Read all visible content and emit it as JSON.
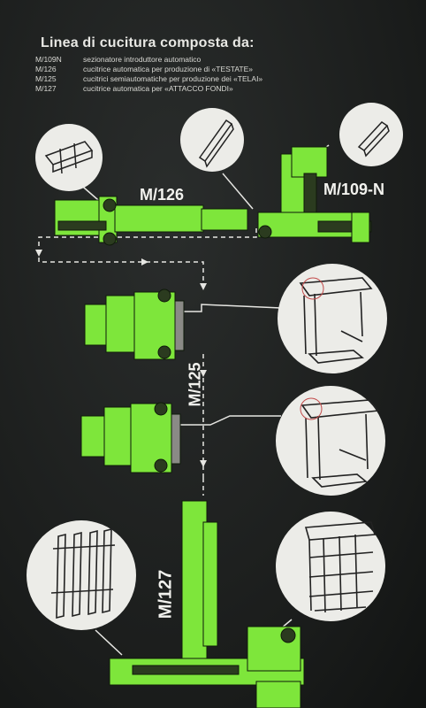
{
  "title": "Linea di cucitura composta da:",
  "legend": [
    {
      "code": "M/109N",
      "description": "sezionatore introduttore automatico"
    },
    {
      "code": "M/126",
      "description": "cucitrice automatica per produzione di «TESTATE»"
    },
    {
      "code": "M/125",
      "description": "cucitrici semiautomatiche per produzione dei «TELAI»"
    },
    {
      "code": "M/127",
      "description": "cucitrice automatica per «ATTACCO FONDI»"
    }
  ],
  "machines": {
    "m126": "M/126",
    "m109n": "M/109-N",
    "m125": "M/125",
    "m127": "M/127"
  },
  "colors": {
    "machine": "#7ee63b",
    "background": "#1c1f1e",
    "bubble": "#ecece8",
    "line": "#e6e6e2"
  }
}
